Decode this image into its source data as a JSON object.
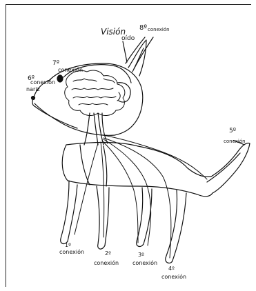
{
  "labels": {
    "vision": "Visión",
    "conexion_8_num": "8º",
    "conexion_8_word": "conexión",
    "oido": "oído",
    "conexion_7_num": "7º",
    "conexion_7_word": "conexión",
    "conexion_6_num": "6º",
    "conexion_6_word": "conexión",
    "nariz": "nariz",
    "conexion_5_num": "5º",
    "conexion_5_word": "conexión",
    "conexion_1_num": "1º",
    "conexion_1_word": "conexión",
    "conexion_2_num": "2º",
    "conexion_2_word": "conexión",
    "conexion_3_num": "3º",
    "conexion_3_word": "conexión",
    "conexion_4_num": "4º",
    "conexion_4_word": "conexión"
  },
  "colors": {
    "ink": "#111111",
    "paper": "#ffffff"
  }
}
